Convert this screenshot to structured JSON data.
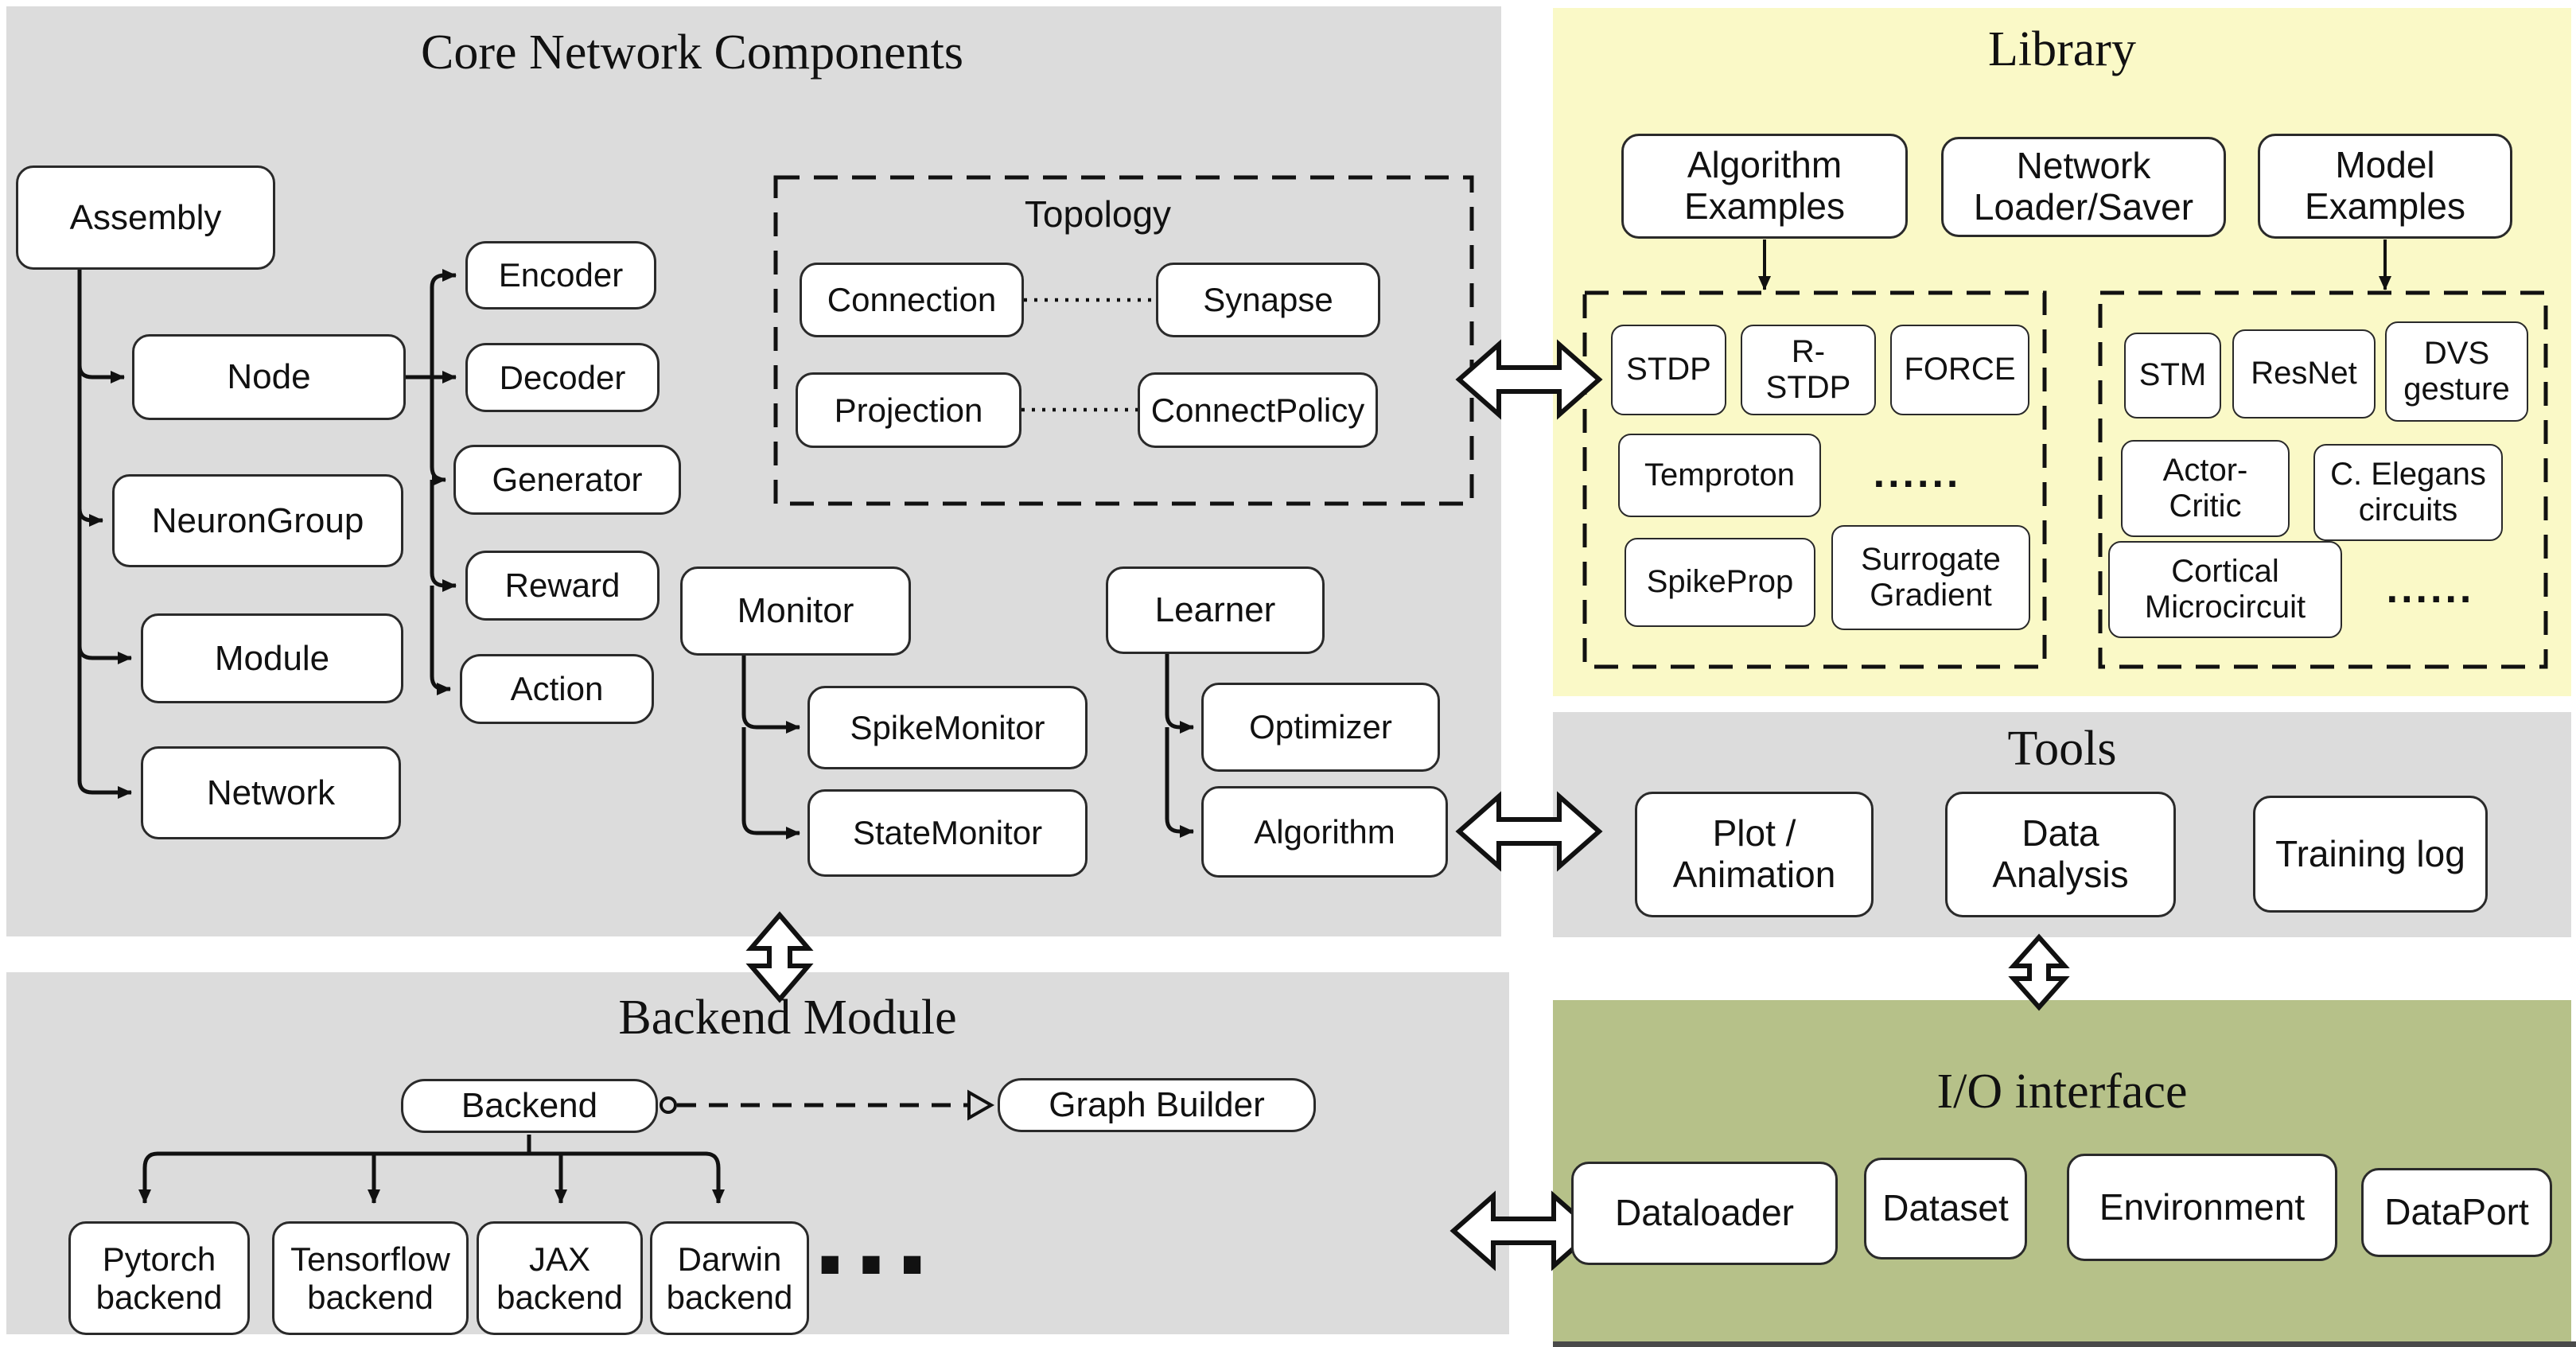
{
  "colors": {
    "section_gray": "#DCDCDC",
    "library_yellow": "#FAF9C7",
    "io_green": "#B6C189",
    "box_fill": "#FFFFFF",
    "line_black": "#111111"
  },
  "core": {
    "title": "Core Network Components",
    "nodes": {
      "assembly": "Assembly",
      "node": "Node",
      "neuron_group": "NeuronGroup",
      "module": "Module",
      "network": "Network",
      "encoder": "Encoder",
      "decoder": "Decoder",
      "generator": "Generator",
      "reward": "Reward",
      "action": "Action",
      "monitor": "Monitor",
      "spike_monitor": "SpikeMonitor",
      "state_monitor": "StateMonitor",
      "learner": "Learner",
      "optimizer": "Optimizer",
      "algorithm": "Algorithm"
    },
    "topology": {
      "label": "Topology",
      "connection": "Connection",
      "synapse": "Synapse",
      "projection": "Projection",
      "connect_policy": "ConnectPolicy"
    }
  },
  "library": {
    "title": "Library",
    "algorithm_examples": "Algorithm Examples",
    "network_loader_saver": "Network Loader/Saver",
    "model_examples": "Model Examples",
    "algorithms": {
      "stdp": "STDP",
      "r_stdp": "R-STDP",
      "force": "FORCE",
      "temproton": "Temproton",
      "ellipsis": "......",
      "spike_prop": "SpikeProp",
      "surrogate_gradient": "Surrogate Gradient"
    },
    "models": {
      "stm": "STM",
      "resnet": "ResNet",
      "dvs_gesture": "DVS gesture",
      "actor_critic": "Actor-Critic",
      "c_elegans": "C. Elegans circuits",
      "cortical_microcircuit": "Cortical Microcircuit",
      "ellipsis": "......"
    }
  },
  "tools": {
    "title": "Tools",
    "plot_animation": "Plot / Animation",
    "data_analysis": "Data Analysis",
    "training_log": "Training log"
  },
  "backend": {
    "title": "Backend Module",
    "backend": "Backend",
    "graph_builder": "Graph Builder",
    "pytorch": "Pytorch backend",
    "tensorflow": "Tensorflow backend",
    "jax": "JAX backend",
    "darwin": "Darwin backend",
    "ellipsis": "..."
  },
  "io": {
    "title": "I/O interface",
    "dataloader": "Dataloader",
    "dataset": "Dataset",
    "environment": "Environment",
    "dataport": "DataPort"
  }
}
